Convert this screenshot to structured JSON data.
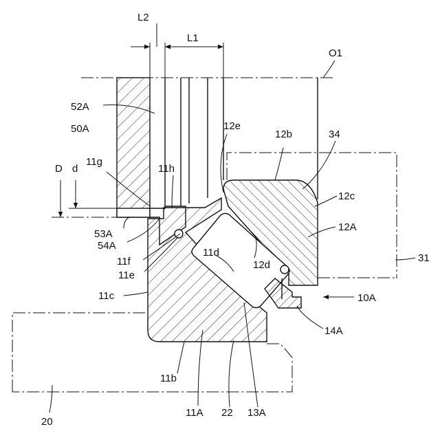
{
  "labels": {
    "L2": "L2",
    "L1": "L1",
    "O1": "O1",
    "52A": "52A",
    "50A": "50A",
    "D": "D",
    "d": "d",
    "11g": "11g",
    "11h": "11h",
    "12e": "12e",
    "12b": "12b",
    "34": "34",
    "12c": "12c",
    "12A": "12A",
    "53A": "53A",
    "54A": "54A",
    "11f": "11f",
    "11e": "11e",
    "11d": "11d",
    "12d": "12d",
    "31": "31",
    "11c": "11c",
    "10A": "10A",
    "14A": "14A",
    "11b": "11b",
    "11A": "11A",
    "22": "22",
    "13A": "13A",
    "20": "20"
  }
}
